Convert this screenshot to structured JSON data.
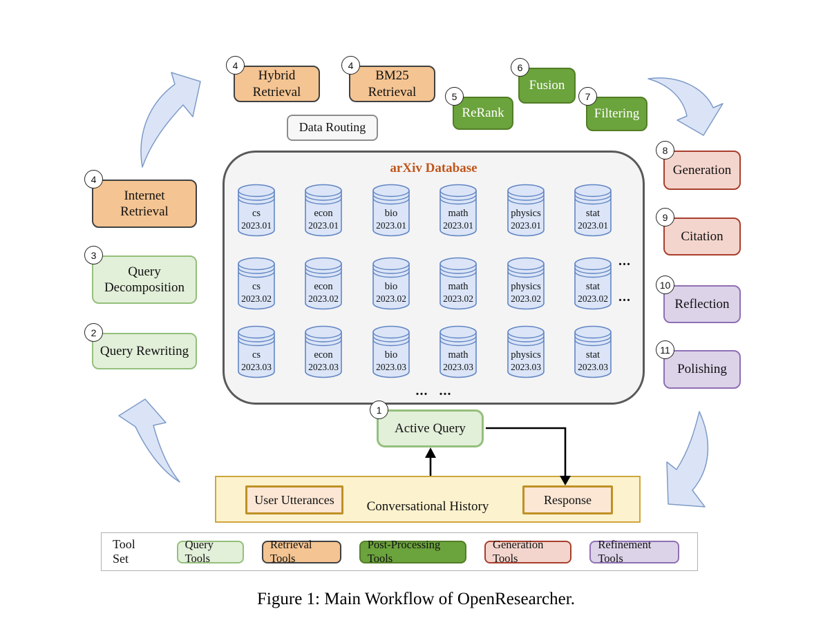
{
  "figure": {
    "caption": "Figure 1: Main Workflow of OpenResearcher."
  },
  "nodes": {
    "hybrid_retrieval": {
      "num": "4",
      "label": "Hybrid\nRetrieval"
    },
    "bm25_retrieval": {
      "num": "4",
      "label": "BM25\nRetrieval"
    },
    "data_routing": {
      "label": "Data Routing"
    },
    "rerank": {
      "num": "5",
      "label": "ReRank"
    },
    "fusion": {
      "num": "6",
      "label": "Fusion"
    },
    "filtering": {
      "num": "7",
      "label": "Filtering"
    },
    "internet_retrieval": {
      "num": "4",
      "label": "Internet\nRetrieval"
    },
    "query_decomposition": {
      "num": "3",
      "label": "Query\nDecomposition"
    },
    "query_rewriting": {
      "num": "2",
      "label": "Query Rewriting"
    },
    "generation": {
      "num": "8",
      "label": "Generation"
    },
    "citation": {
      "num": "9",
      "label": "Citation"
    },
    "reflection": {
      "num": "10",
      "label": "Reflection"
    },
    "polishing": {
      "num": "11",
      "label": "Polishing"
    },
    "active_query": {
      "num": "1",
      "label": "Active Query"
    }
  },
  "database": {
    "title": "arXiv Database",
    "fields": [
      "cs",
      "econ",
      "bio",
      "math",
      "physics",
      "stat"
    ],
    "months": [
      "2023.01",
      "2023.02",
      "2023.03"
    ],
    "side_ellipsis": [
      "...",
      "..."
    ],
    "bottom_ellipsis": "... ..."
  },
  "history": {
    "label": "Conversational History",
    "user_utterances": "User Utterances",
    "response": "Response"
  },
  "legend": {
    "title": "Tool Set",
    "items": [
      {
        "label": "Query Tools",
        "type": "lgreen"
      },
      {
        "label": "Retrieval Tools",
        "type": "orange"
      },
      {
        "label": "Post-Processing Tools",
        "type": "dgreen"
      },
      {
        "label": "Generation Tools",
        "type": "pink"
      },
      {
        "label": "Refinement Tools",
        "type": "purple"
      }
    ]
  },
  "colors": {
    "query_tools": "#e2efd9",
    "retrieval_tools": "#f4c492",
    "post_processing_tools": "#6ba33c",
    "generation_tools": "#f4d5cd",
    "refinement_tools": "#dcd3e9",
    "database_cylinder": "#dbe5f7",
    "arxiv_title": "#c0561a",
    "history_panel": "#fcf2cd",
    "flow_arrow": "#dbe4f6"
  }
}
